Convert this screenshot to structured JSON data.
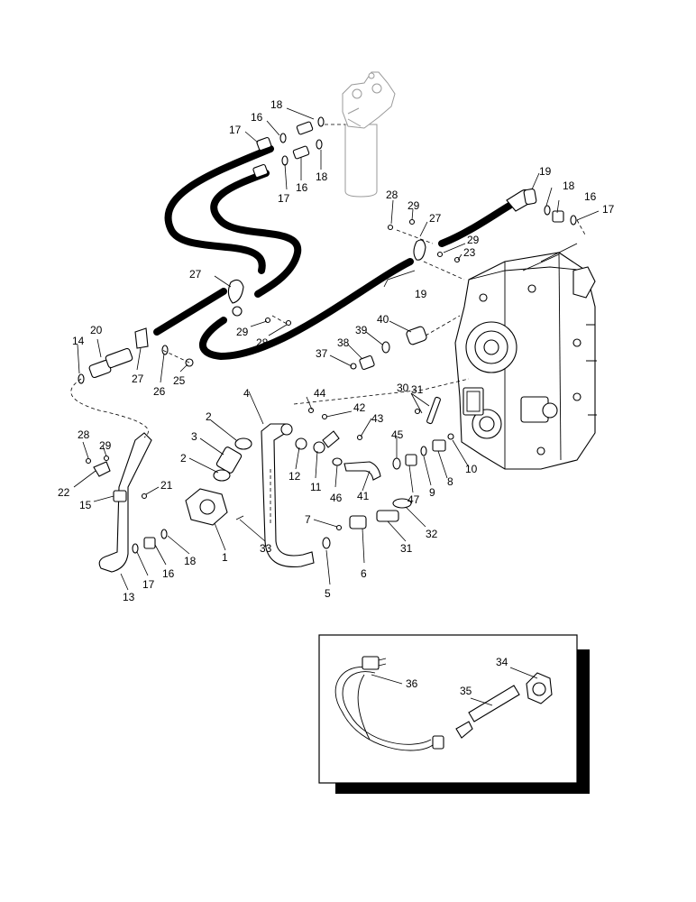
{
  "diagram": {
    "callouts": [
      {
        "id": "c18a",
        "text": "18"
      },
      {
        "id": "c16a",
        "text": "16"
      },
      {
        "id": "c17a",
        "text": "17"
      },
      {
        "id": "c17b",
        "text": "17"
      },
      {
        "id": "c16b",
        "text": "16"
      },
      {
        "id": "c18b",
        "text": "18"
      },
      {
        "id": "c19a",
        "text": "19"
      },
      {
        "id": "c18c",
        "text": "18"
      },
      {
        "id": "c16c",
        "text": "16"
      },
      {
        "id": "c17c",
        "text": "17"
      },
      {
        "id": "c28a",
        "text": "28"
      },
      {
        "id": "c29a",
        "text": "29"
      },
      {
        "id": "c27a",
        "text": "27"
      },
      {
        "id": "c29b",
        "text": "29"
      },
      {
        "id": "c23",
        "text": "23"
      },
      {
        "id": "c27b",
        "text": "27"
      },
      {
        "id": "c19b",
        "text": "19"
      },
      {
        "id": "c29c",
        "text": "29"
      },
      {
        "id": "c28b",
        "text": "28"
      },
      {
        "id": "c20",
        "text": "20"
      },
      {
        "id": "c14",
        "text": "14"
      },
      {
        "id": "c27c",
        "text": "27"
      },
      {
        "id": "c26",
        "text": "26"
      },
      {
        "id": "c25",
        "text": "25"
      },
      {
        "id": "c40",
        "text": "40"
      },
      {
        "id": "c39",
        "text": "39"
      },
      {
        "id": "c38",
        "text": "38"
      },
      {
        "id": "c37",
        "text": "37"
      },
      {
        "id": "c30",
        "text": "30"
      },
      {
        "id": "c31a",
        "text": "31"
      },
      {
        "id": "c4",
        "text": "4"
      },
      {
        "id": "c44",
        "text": "44"
      },
      {
        "id": "c42",
        "text": "42"
      },
      {
        "id": "c43",
        "text": "43"
      },
      {
        "id": "c2a",
        "text": "2"
      },
      {
        "id": "c3",
        "text": "3"
      },
      {
        "id": "c2b",
        "text": "2"
      },
      {
        "id": "c12",
        "text": "12"
      },
      {
        "id": "c11",
        "text": "11"
      },
      {
        "id": "c46",
        "text": "46"
      },
      {
        "id": "c41",
        "text": "41"
      },
      {
        "id": "c45",
        "text": "45"
      },
      {
        "id": "c47",
        "text": "47"
      },
      {
        "id": "c9",
        "text": "9"
      },
      {
        "id": "c8",
        "text": "8"
      },
      {
        "id": "c10",
        "text": "10"
      },
      {
        "id": "c28c",
        "text": "28"
      },
      {
        "id": "c29d",
        "text": "29"
      },
      {
        "id": "c22",
        "text": "22"
      },
      {
        "id": "c21",
        "text": "21"
      },
      {
        "id": "c15",
        "text": "15"
      },
      {
        "id": "c1",
        "text": "1"
      },
      {
        "id": "c33",
        "text": "33"
      },
      {
        "id": "c7",
        "text": "7"
      },
      {
        "id": "c6",
        "text": "6"
      },
      {
        "id": "c31b",
        "text": "31"
      },
      {
        "id": "c32",
        "text": "32"
      },
      {
        "id": "c5",
        "text": "5"
      },
      {
        "id": "c18d",
        "text": "18"
      },
      {
        "id": "c16d",
        "text": "16"
      },
      {
        "id": "c17d",
        "text": "17"
      },
      {
        "id": "c13",
        "text": "13"
      },
      {
        "id": "c34",
        "text": "34"
      },
      {
        "id": "c36",
        "text": "36"
      },
      {
        "id": "c35",
        "text": "35"
      }
    ]
  }
}
